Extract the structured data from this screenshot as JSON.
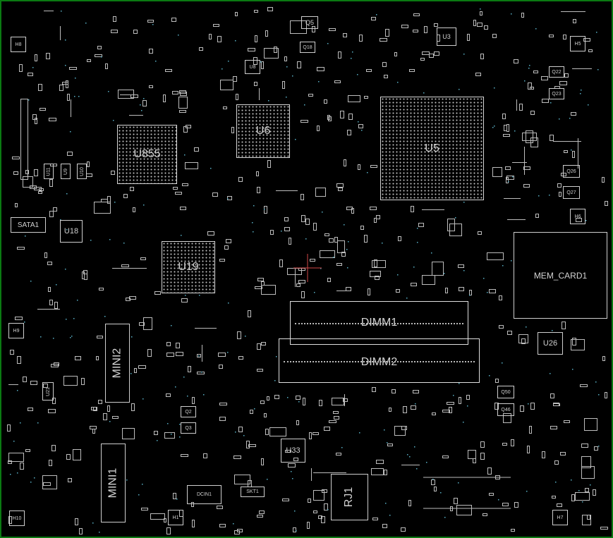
{
  "board": {
    "background": "#000000",
    "outline_color": "#0a7a12",
    "silkscreen_color": "#cfcfcf",
    "marker_color": "#e05050"
  },
  "components": {
    "u5": "U5",
    "u6": "U6",
    "u855": "U855",
    "u19": "U19",
    "u18": "U18",
    "u26": "U26",
    "u33": "U33",
    "u3": "U3",
    "u8": "U8",
    "u21": "U21",
    "u11": "U11",
    "u9": "U9",
    "u10": "U10",
    "mem_card": "MEM_CARD1",
    "dimm1": "DIMM1",
    "dimm2": "DIMM2",
    "mini1": "MINI1",
    "mini2": "MINI2",
    "rj1": "RJ1",
    "sata1": "SATA1",
    "dcin1": "DCIN1",
    "skt1": "SKT1",
    "q5": "Q5",
    "q18": "Q18",
    "q26": "Q26",
    "q27": "Q27",
    "q50": "Q50",
    "q46": "Q46",
    "q22": "Q22",
    "q23": "Q23",
    "q2": "Q2",
    "q3": "Q3",
    "h1": "H1",
    "h5": "H5",
    "h6": "H6",
    "h7": "H7",
    "h8": "H8",
    "h9": "H9",
    "h10": "H10"
  }
}
